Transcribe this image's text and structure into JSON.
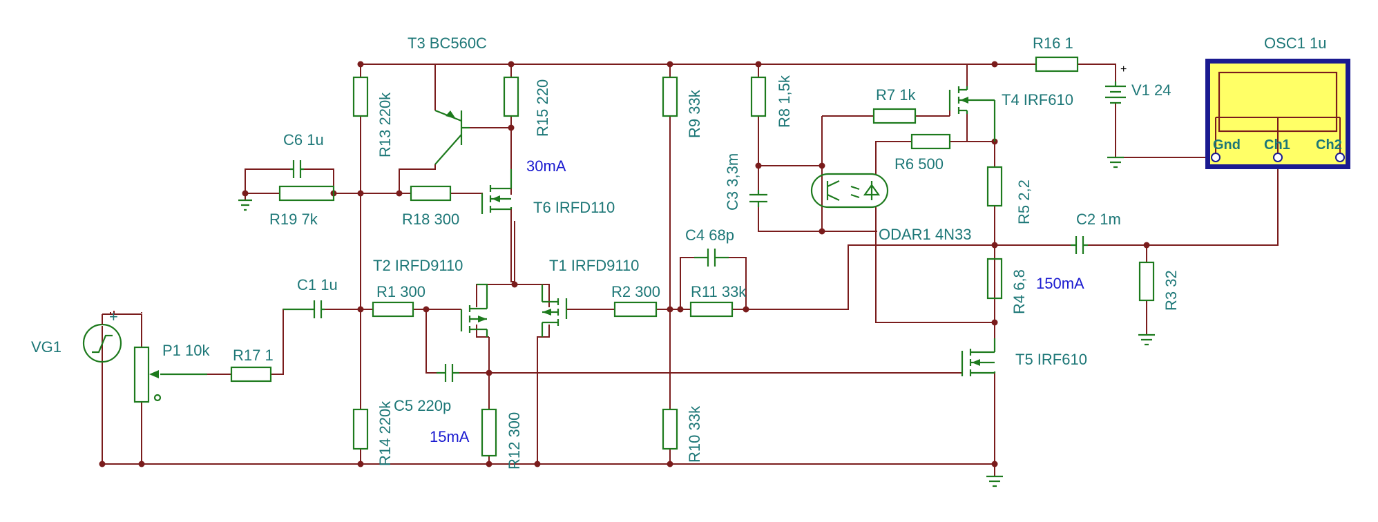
{
  "schematic": {
    "labels": {
      "t3": "T3 BC560C",
      "r13": "R13 220k",
      "r15": "R15 220",
      "c6": "C6 1u",
      "r19": "R19 7k",
      "r18": "R18 300",
      "t6": "T6 IRFD110",
      "cur30": "30mA",
      "t2": "T2 IRFD9110",
      "t1": "T1 IRFD9110",
      "c1": "C1 1u",
      "r1": "R1 300",
      "r2": "R2 300",
      "r11": "R11 33k",
      "c4": "C4 68p",
      "vg1": "VG1",
      "p1": "P1 10k",
      "r17": "R17 1",
      "c5": "C5 220p",
      "cur15": "15mA",
      "r12": "R12 300",
      "r14": "R14 220k",
      "r9": "R9 33k",
      "r10": "R10 33k",
      "r8": "R8 1,5k",
      "c3": "C3 3,3m",
      "r7": "R7 1k",
      "r6": "R6 500",
      "odar": "ODAR1 4N33",
      "t4": "T4 IRF610",
      "r16": "R16 1",
      "v1": "V1 24",
      "r5": "R5 2,2",
      "c2": "C2 1m",
      "r4": "R4 6,8",
      "cur150": "150mA",
      "r3": "R3 32",
      "t5": "T5 IRF610",
      "osc": "OSC1 1u",
      "plus_v1": "+",
      "plus_vg1": "+"
    },
    "oscilloscope": {
      "gnd": "Gnd",
      "ch1": "Ch1",
      "ch2": "Ch2"
    }
  }
}
